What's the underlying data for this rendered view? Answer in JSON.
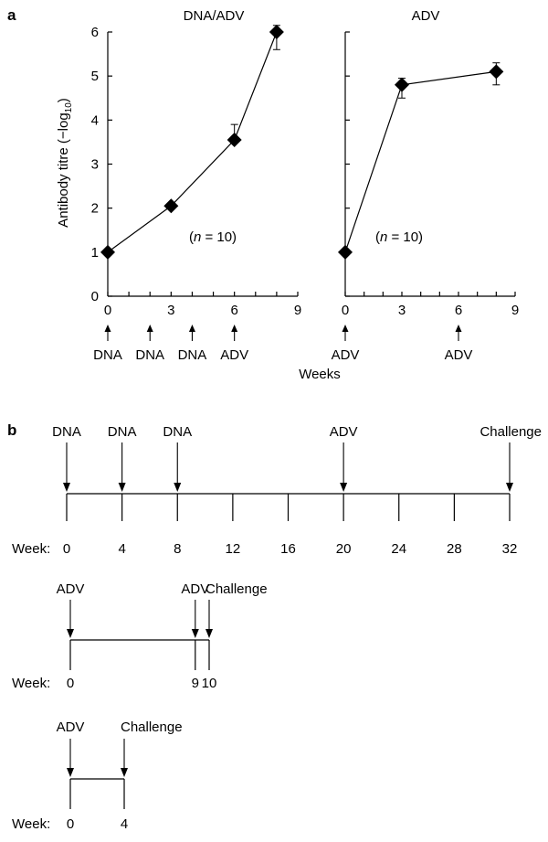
{
  "panels": {
    "a": "a",
    "b": "b"
  },
  "chart_data": [
    {
      "type": "line",
      "title": "DNA/ADV",
      "ylabel": "Antibody titre (−log",
      "ylabel_sub": "10",
      "ylabel_close": ")",
      "ylim": [
        0,
        6
      ],
      "xlim": [
        0,
        9
      ],
      "xticks": [
        0,
        3,
        6,
        9
      ],
      "yticks": [
        0,
        1,
        2,
        3,
        4,
        5,
        6
      ],
      "x": [
        0,
        3,
        6,
        8
      ],
      "y": [
        1.0,
        2.05,
        3.55,
        6.0
      ],
      "error_low": [
        1.0,
        2.05,
        3.55,
        5.6
      ],
      "error_high": [
        1.0,
        2.05,
        3.9,
        6.15
      ],
      "n_prefix": "(",
      "n_var": "n",
      "n_text": " = 10)",
      "immunizations": [
        {
          "week": 0,
          "label": "DNA"
        },
        {
          "week": 2,
          "label": "DNA"
        },
        {
          "week": 4,
          "label": "DNA"
        },
        {
          "week": 6,
          "label": "ADV"
        }
      ]
    },
    {
      "type": "line",
      "title": "ADV",
      "ylim": [
        0,
        6
      ],
      "xlim": [
        0,
        9
      ],
      "xticks": [
        0,
        3,
        6,
        9
      ],
      "x": [
        0,
        3,
        8
      ],
      "y": [
        1.0,
        4.8,
        5.1
      ],
      "error_low": [
        1.0,
        4.5,
        4.8
      ],
      "error_high": [
        1.0,
        4.95,
        5.3
      ],
      "n_prefix": "(",
      "n_var": "n",
      "n_text": " = 10)",
      "immunizations": [
        {
          "week": 0,
          "label": "ADV"
        },
        {
          "week": 6,
          "label": "ADV"
        }
      ]
    }
  ],
  "xlabel_shared": "Weeks",
  "schedules": [
    {
      "week_label": "Week:",
      "ticks": [
        0,
        4,
        8,
        12,
        16,
        20,
        24,
        28,
        32
      ],
      "tick_labels": [
        "0",
        "4",
        "8",
        "12",
        "16",
        "20",
        "24",
        "28",
        "32"
      ],
      "events": [
        {
          "week": 0,
          "label": "DNA"
        },
        {
          "week": 4,
          "label": "DNA"
        },
        {
          "week": 8,
          "label": "DNA"
        },
        {
          "week": 20,
          "label": "ADV"
        },
        {
          "week": 32,
          "label": "Challenge"
        }
      ]
    },
    {
      "week_label": "Week:",
      "tick_labels": [
        "0",
        "9",
        "10"
      ],
      "events": [
        {
          "week": 0,
          "label": "ADV"
        },
        {
          "week": 9,
          "label": "ADV"
        },
        {
          "week": 10,
          "label": "Challenge"
        }
      ]
    },
    {
      "week_label": "Week:",
      "tick_labels": [
        "0",
        "4"
      ],
      "events": [
        {
          "week": 0,
          "label": "ADV"
        },
        {
          "week": 4,
          "label": "Challenge"
        }
      ]
    }
  ]
}
